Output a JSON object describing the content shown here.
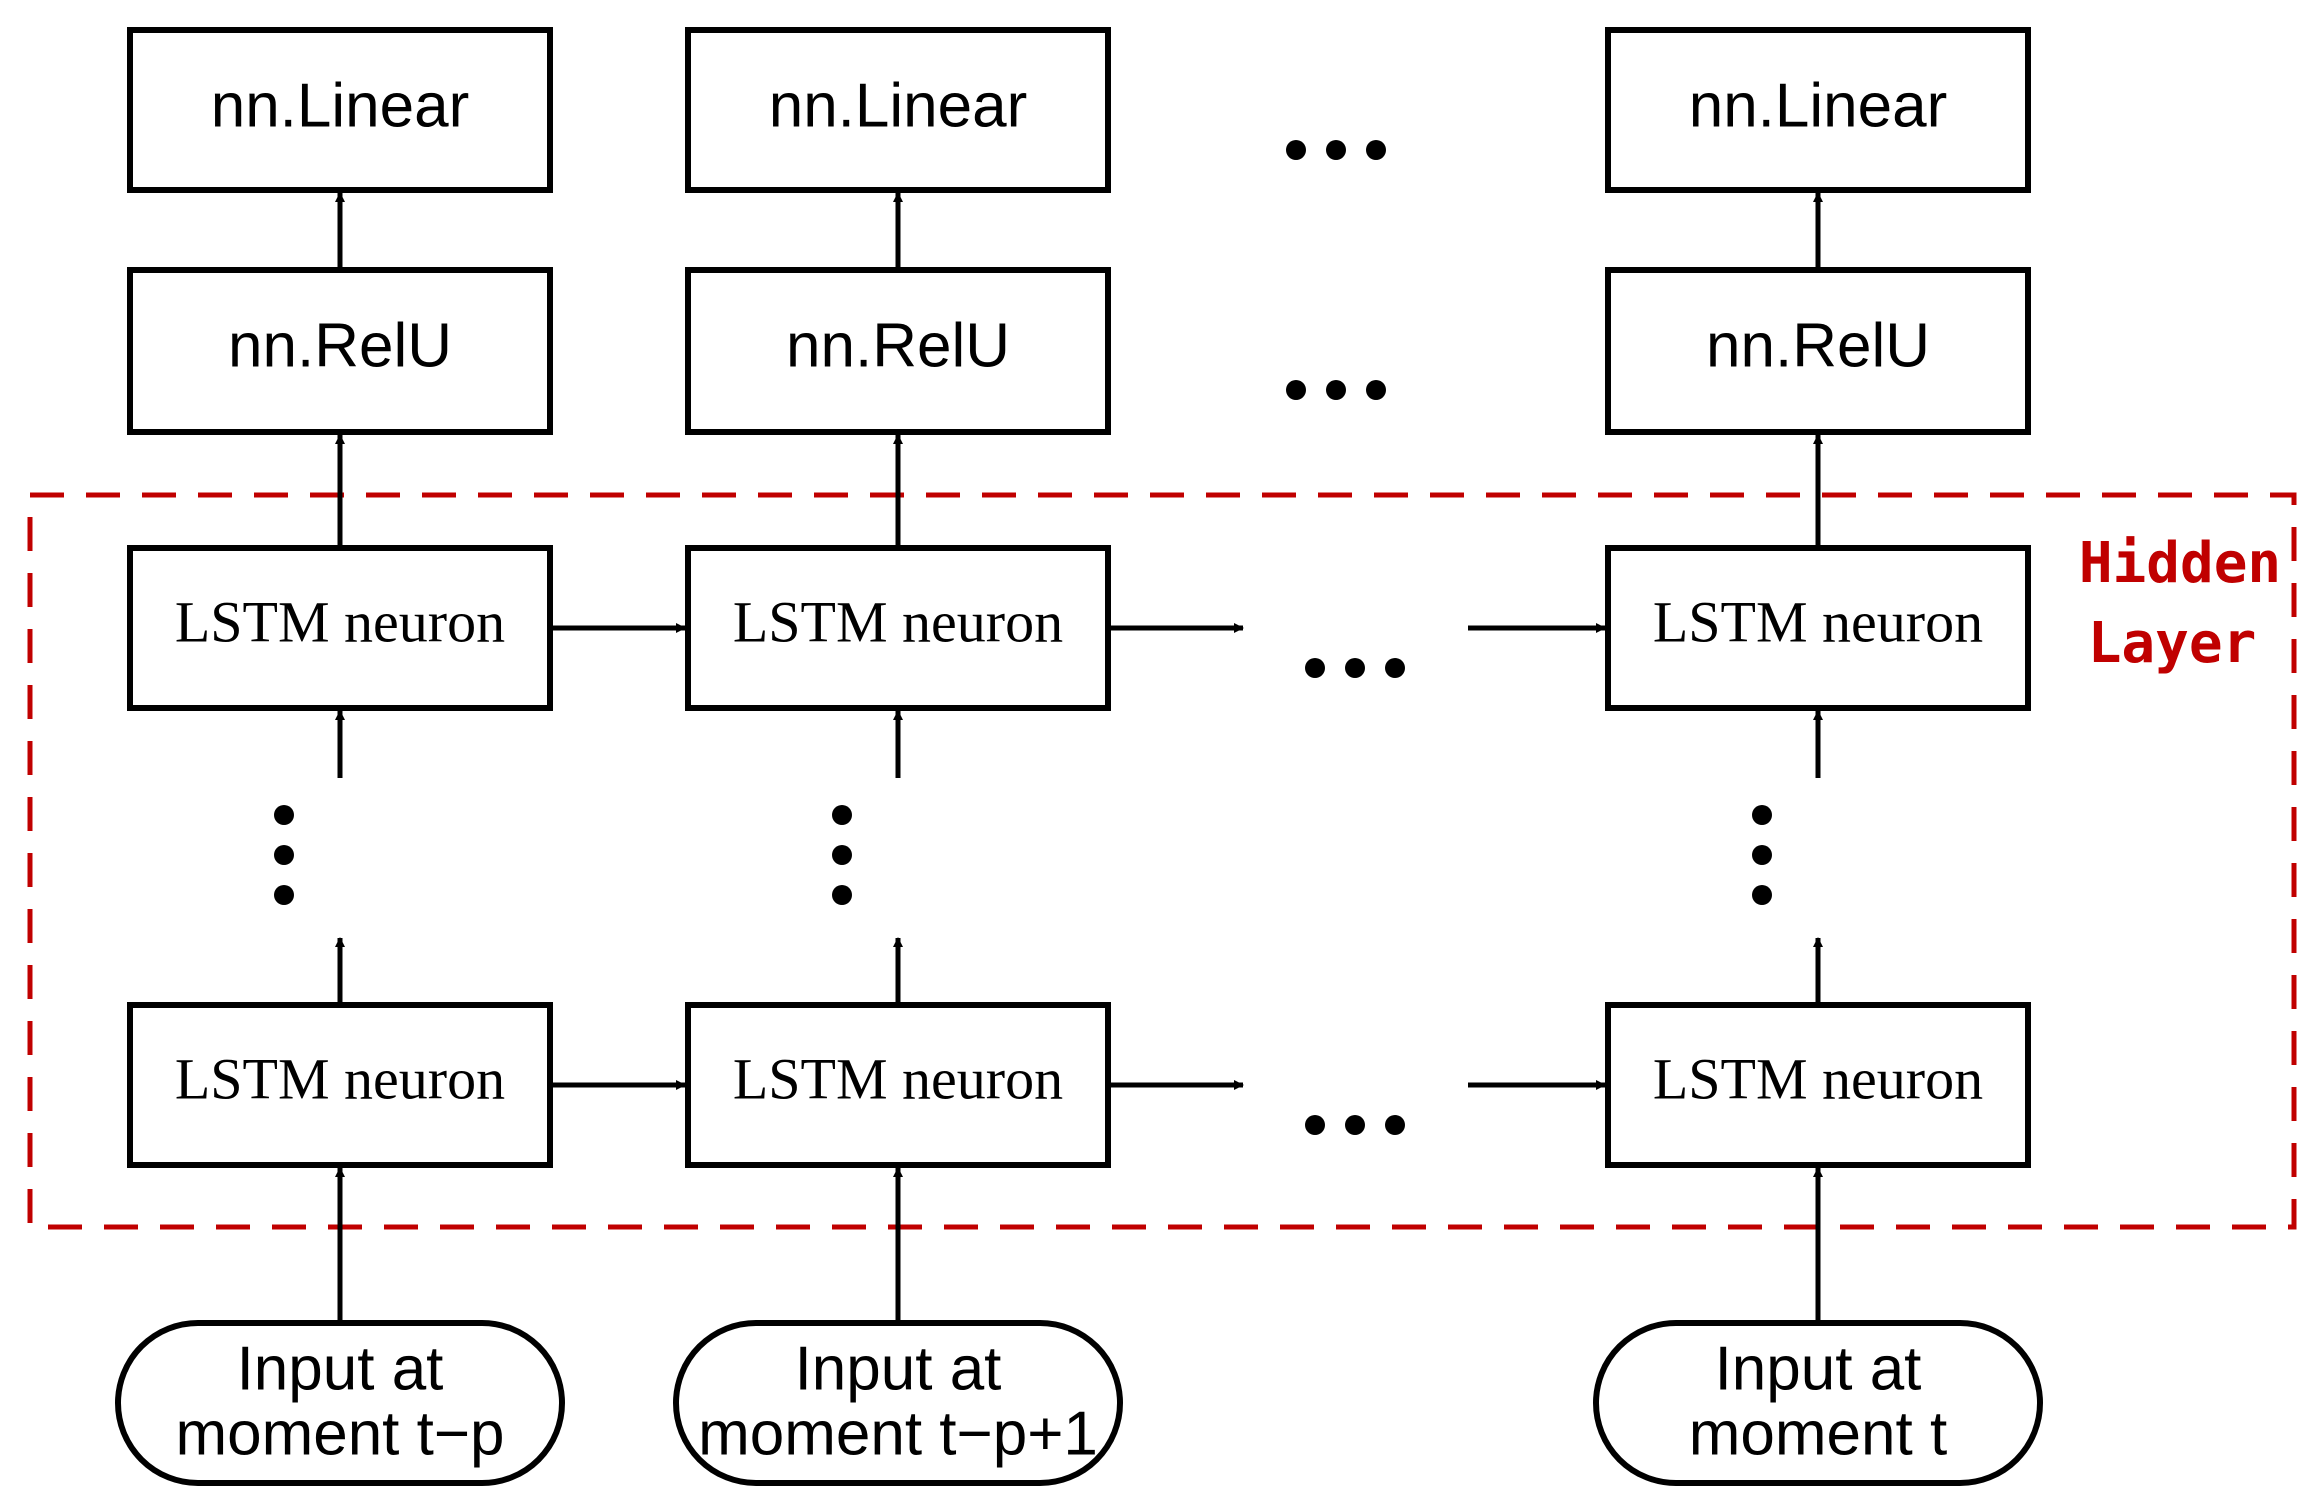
{
  "nodes": {
    "linear_label": "nn.Linear",
    "relu_label": "nn.RelU",
    "lstm_label": "LSTM neuron"
  },
  "inputs": [
    {
      "line1": "Input at",
      "line2": "moment t−p"
    },
    {
      "line1": "Input at",
      "line2": "moment t−p+1"
    },
    {
      "line1": "Input at",
      "line2": "moment t"
    }
  ],
  "hidden_layer": {
    "line1": "Hidden",
    "line2": "Layer",
    "color": "#c00000"
  }
}
